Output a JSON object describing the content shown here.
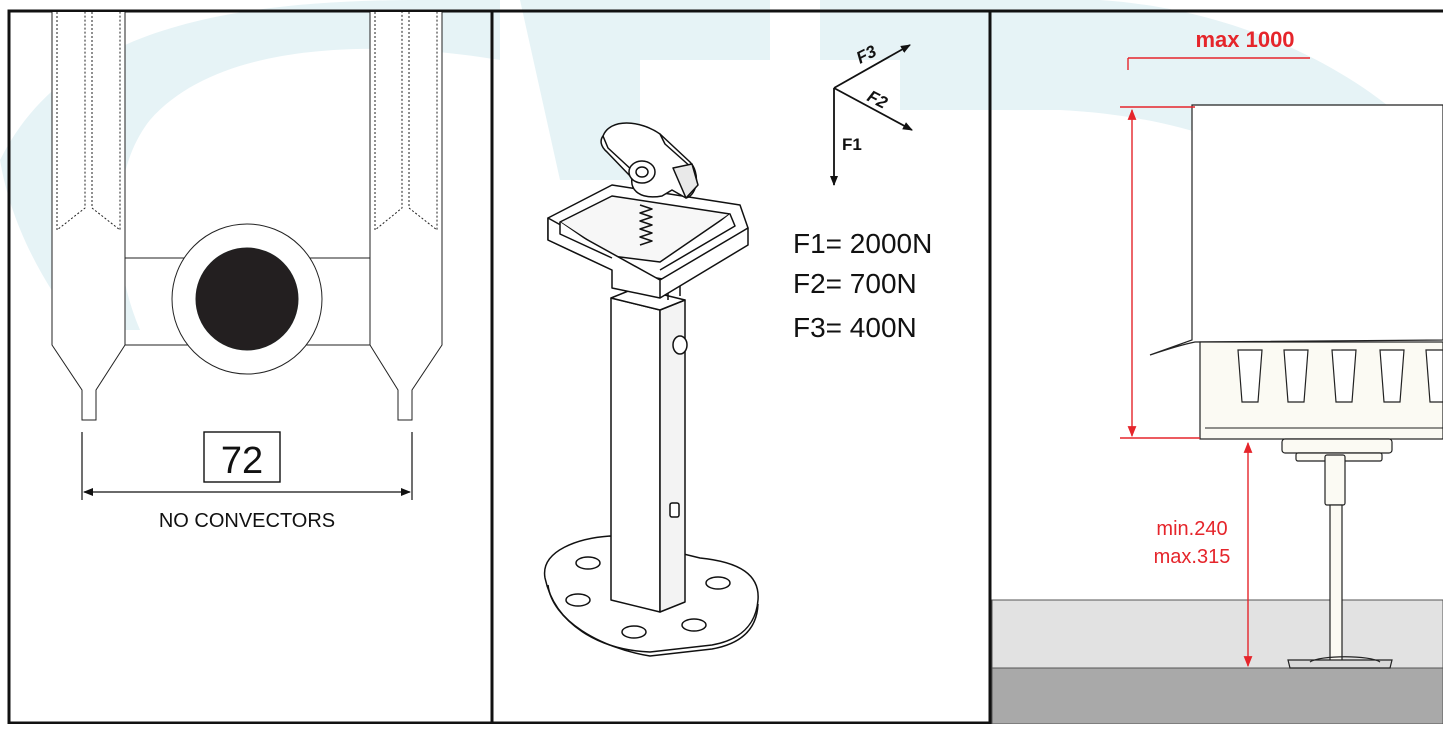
{
  "panel1": {
    "dimension_value": "72",
    "dimension_caption": "NO CONVECTORS"
  },
  "panel2": {
    "force_labels": {
      "f1": "F1",
      "f2": "F2",
      "f3": "F3"
    },
    "force_values": [
      "F1= 2000N",
      "F2= 700N",
      "F3= 400N"
    ]
  },
  "panel3": {
    "max_height_label": "max 1000",
    "min_label": "min.240",
    "max_label": "max.315"
  },
  "colors": {
    "dimension_red": "#e5252b",
    "watermark": "#e6f3f6",
    "radiator_fill": "#fbfaf3",
    "floor_top": "#e2e2e2",
    "floor_bottom": "#a9a9a9"
  }
}
